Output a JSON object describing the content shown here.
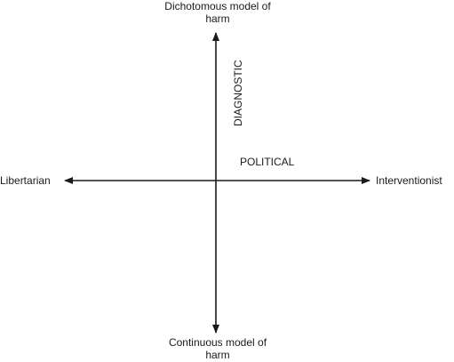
{
  "labels": {
    "top_line1": "Dichotomous model of",
    "top_line2": "harm",
    "bottom_line1": "Continuous model of",
    "bottom_line2": "harm",
    "left": "Libertarian",
    "right": "Interventionist",
    "horizontal_axis": "POLITICAL",
    "vertical_axis": "DIAGNOSTIC"
  },
  "colors": {
    "line": "#1a1a1a",
    "text": "#1a1a1a"
  }
}
